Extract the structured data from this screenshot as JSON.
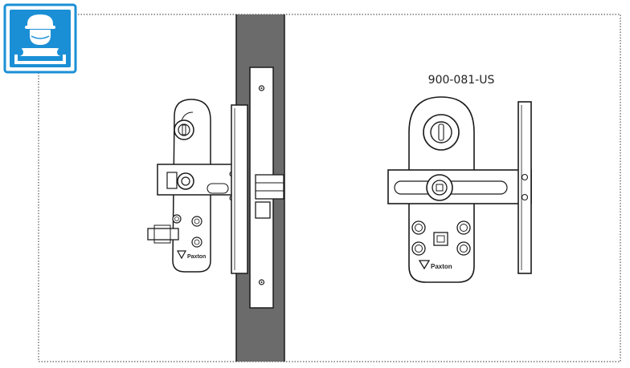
{
  "diagram": {
    "part_number": "900-081-US",
    "brand_left": "Paxton",
    "brand_right": "Paxton",
    "badge_icon": "installer-wrench-icon",
    "colors": {
      "badge": "#1a8fd6",
      "door_edge": "#6b6b6b",
      "line": "#1a1a1a"
    }
  }
}
